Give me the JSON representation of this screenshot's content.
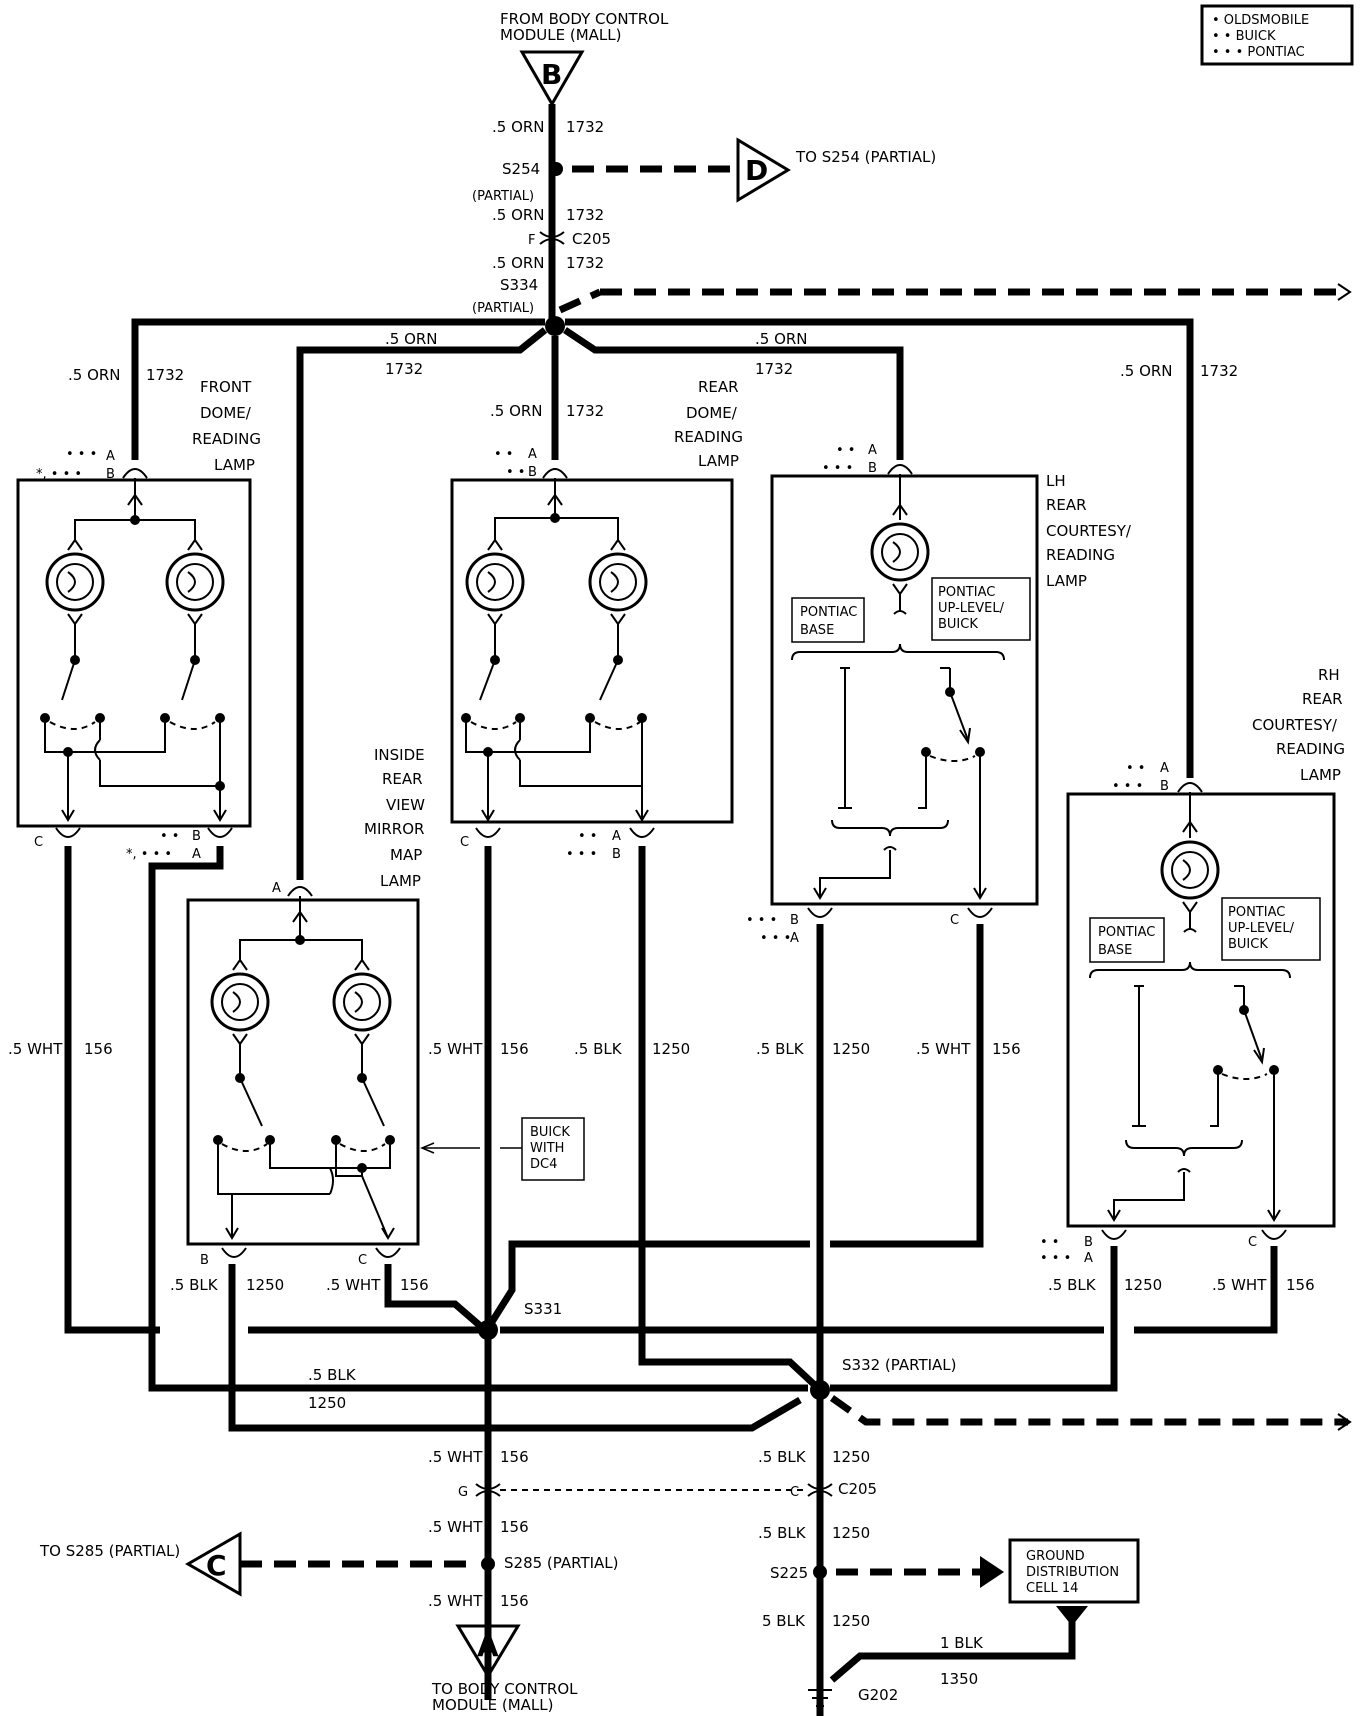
{
  "legend": {
    "oldsmobile": "• OLDSMOBILE",
    "buick": "• • BUICK",
    "pontiac": "• • • PONTIAC"
  },
  "connectors": {
    "B": "B",
    "D": "D",
    "C": "C",
    "A": "A"
  },
  "texts": {
    "from_bcm_1": "FROM BODY CONTROL",
    "from_bcm_2": "MODULE (MALL)",
    "to_bcm_1": "TO BODY CONTROL",
    "to_bcm_2": "MODULE (MALL)",
    "to_s254": "TO S254 (PARTIAL)",
    "to_s285": "TO S285 (PARTIAL)",
    "ground_1": "GROUND",
    "ground_2": "DISTRIBUTION",
    "ground_3": "CELL 14"
  },
  "splices": {
    "s254": "S254",
    "s254_partial": "(PARTIAL)",
    "s334": "S334",
    "s334_partial": "(PARTIAL)",
    "c205_top": "C205",
    "c205_top_pin": "F",
    "s331": "S331",
    "s332": "S332 (PARTIAL)",
    "c205_bot": "C205",
    "c205_bot_pin_g": "G",
    "c205_bot_pin_c": "C",
    "s285": "S285 (PARTIAL)",
    "s225": "S225",
    "g202": "G202"
  },
  "wires": {
    "orn": ".5 ORN",
    "orn_ckt": "1732",
    "wht": ".5 WHT",
    "wht_ckt": "156",
    "blk": ".5 BLK",
    "blk_ckt": "1250",
    "blk5": "5 BLK",
    "blk1": "1 BLK",
    "blk1_ckt": "1350"
  },
  "lamps": {
    "front": [
      "FRONT",
      "DOME/",
      "READING",
      "LAMP"
    ],
    "rear": [
      "REAR",
      "DOME/",
      "READING",
      "LAMP"
    ],
    "lh": [
      "LH",
      "REAR",
      "COURTESY/",
      "READING",
      "LAMP"
    ],
    "rh": [
      "RH",
      "REAR",
      "COURTESY/",
      "READING",
      "LAMP"
    ],
    "mirror": [
      "INSIDE",
      "REAR",
      "VIEW",
      "MIRROR",
      "MAP",
      "LAMP"
    ]
  },
  "pins": {
    "a": "A",
    "b": "B",
    "c": "C",
    "dots3": "• • •",
    "dots2": "• •",
    "star3": "*, • • •"
  },
  "notes": {
    "pontiac_base_1": "PONTIAC",
    "pontiac_base_2": "BASE",
    "pontiac_up_1": "PONTIAC",
    "pontiac_up_2": "UP-LEVEL/",
    "pontiac_up_3": "BUICK",
    "buick_dc4_1": "BUICK",
    "buick_dc4_2": "WITH",
    "buick_dc4_3": "DC4"
  }
}
